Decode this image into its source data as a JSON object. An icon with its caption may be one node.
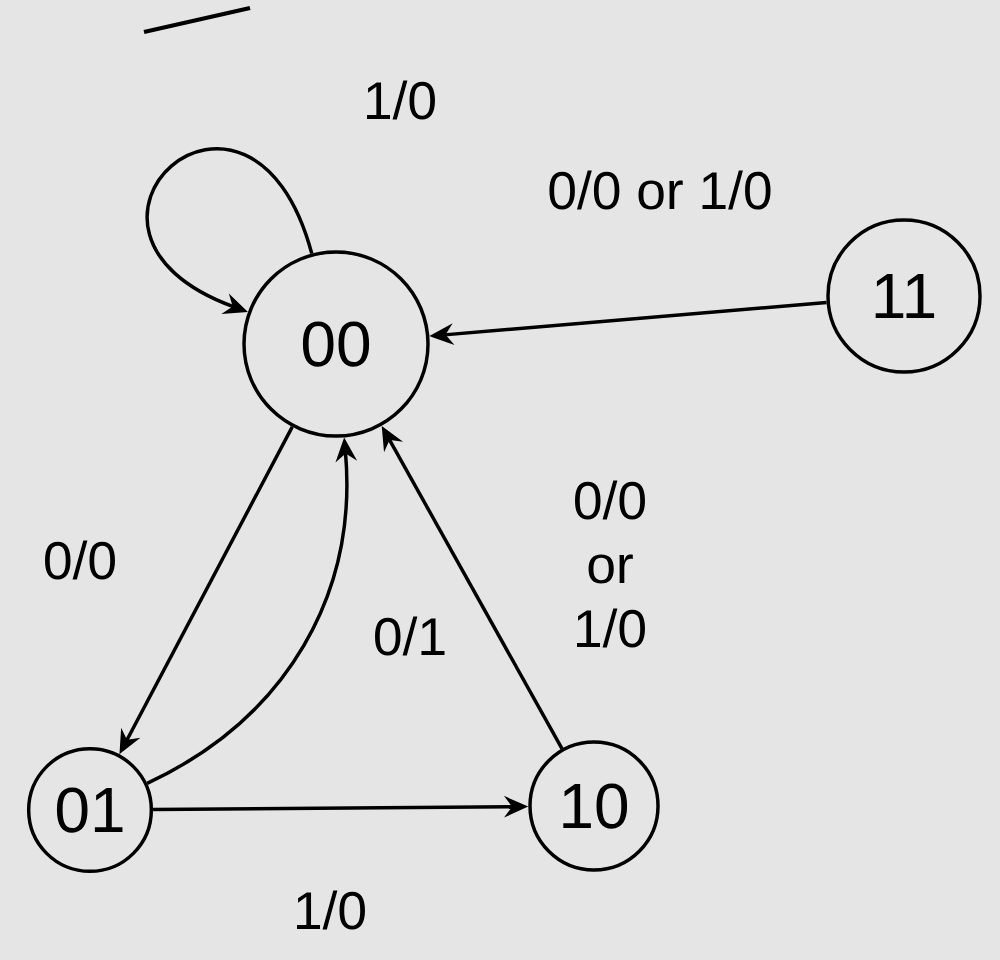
{
  "diagram": {
    "nodes": [
      {
        "text": [
          "00"
        ]
      },
      {
        "text": [
          "11"
        ]
      },
      {
        "text": [
          "01"
        ]
      },
      {
        "text": [
          "10"
        ]
      }
    ],
    "edges": [
      {
        "from": 0,
        "to": 0,
        "arrow": "to",
        "label": "1/0"
      },
      {
        "from": 1,
        "to": 0,
        "arrow": "to",
        "label": "0/0 or 1/0"
      },
      {
        "from": 0,
        "to": 2,
        "arrow": "to",
        "label": "0/0"
      },
      {
        "from": 2,
        "to": 0,
        "arrow": "to",
        "label": "0/1"
      },
      {
        "from": 2,
        "to": 3,
        "arrow": "to",
        "label": "1/0"
      },
      {
        "from": 3,
        "to": 0,
        "arrow": "to",
        "label": "0/0 or 1/0"
      }
    ]
  }
}
